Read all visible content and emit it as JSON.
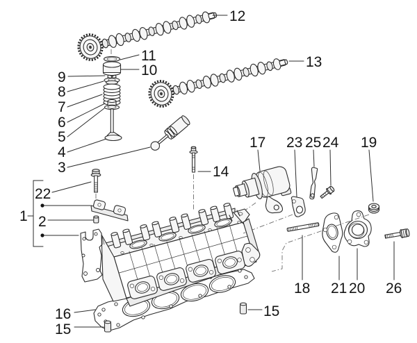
{
  "diagram": {
    "type": "exploded-parts-diagram",
    "subject": "engine cylinder head assembly",
    "background": "#ffffff",
    "line_color": "#2b2b2b",
    "label_color": "#141414",
    "dash_color": "#6a6a6a"
  },
  "assembly_group": {
    "label": "1",
    "bullet_count": 2
  },
  "callouts": [
    {
      "id": "12",
      "label": "12"
    },
    {
      "id": "11",
      "label": "11"
    },
    {
      "id": "10",
      "label": "10"
    },
    {
      "id": "9",
      "label": "9"
    },
    {
      "id": "8",
      "label": "8"
    },
    {
      "id": "7",
      "label": "7"
    },
    {
      "id": "6",
      "label": "6"
    },
    {
      "id": "5",
      "label": "5"
    },
    {
      "id": "4",
      "label": "4"
    },
    {
      "id": "3",
      "label": "3"
    },
    {
      "id": "13",
      "label": "13"
    },
    {
      "id": "14",
      "label": "14"
    },
    {
      "id": "17",
      "label": "17"
    },
    {
      "id": "23",
      "label": "23"
    },
    {
      "id": "25",
      "label": "25"
    },
    {
      "id": "24",
      "label": "24"
    },
    {
      "id": "19",
      "label": "19"
    },
    {
      "id": "22",
      "label": "22"
    },
    {
      "id": "1",
      "label": "1"
    },
    {
      "id": "2",
      "label": "2"
    },
    {
      "id": "18",
      "label": "18"
    },
    {
      "id": "21",
      "label": "21"
    },
    {
      "id": "20",
      "label": "20"
    },
    {
      "id": "26",
      "label": "26"
    },
    {
      "id": "16",
      "label": "16"
    },
    {
      "id": "15-right",
      "label": "15"
    },
    {
      "id": "15-left",
      "label": "15"
    }
  ]
}
